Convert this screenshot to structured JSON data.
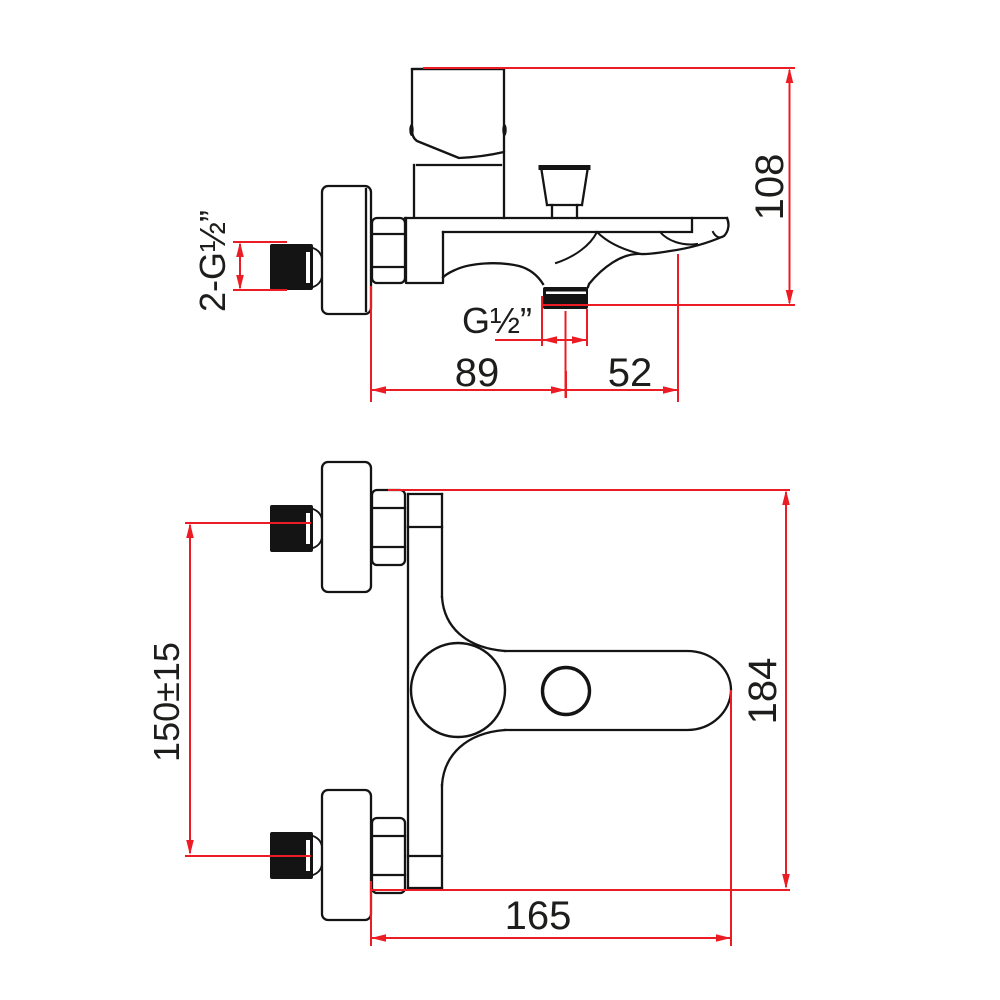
{
  "drawing": {
    "title": "wall-mounted bath mixer tap dimensional drawing",
    "side_view": {
      "height_overall": "108",
      "wall_connections_thread": "2-G½”",
      "outlet_thread": "G½”",
      "wall_to_outlet": "89",
      "outlet_to_spout_tip": "52"
    },
    "front_view": {
      "connection_centers_distance": "150±15",
      "body_length": "184",
      "spout_reach": "165"
    },
    "colors": {
      "dimension_red": "#ec1c24",
      "line_black": "#141414",
      "label_text": "#1d1d1b",
      "background": "#ffffff"
    }
  }
}
